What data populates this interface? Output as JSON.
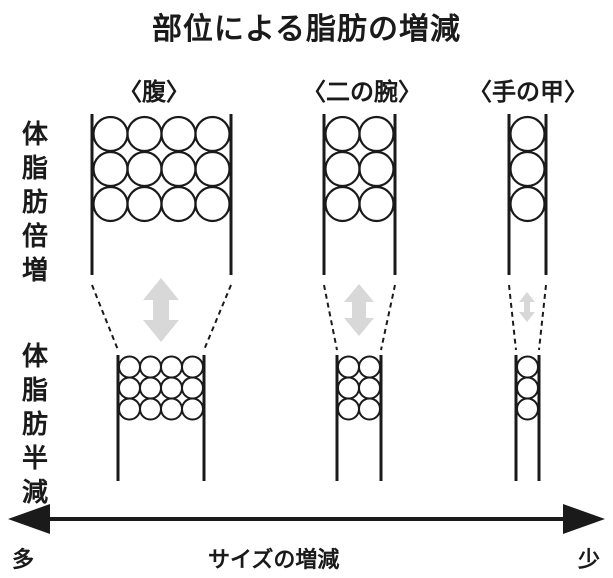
{
  "title": "部位による脂肪の増減",
  "columns": [
    {
      "label": "〈腹〉"
    },
    {
      "label": "〈二の腕〉"
    },
    {
      "label": "〈手の甲〉"
    }
  ],
  "rows": [
    {
      "label": "体脂肪倍増"
    },
    {
      "label": "体脂肪半減"
    }
  ],
  "axis": {
    "left_label": "多",
    "center_label": "サイズの増減",
    "right_label": "少"
  },
  "colors": {
    "line": "#1a1a1a",
    "arrow": "#d8d8d8"
  }
}
